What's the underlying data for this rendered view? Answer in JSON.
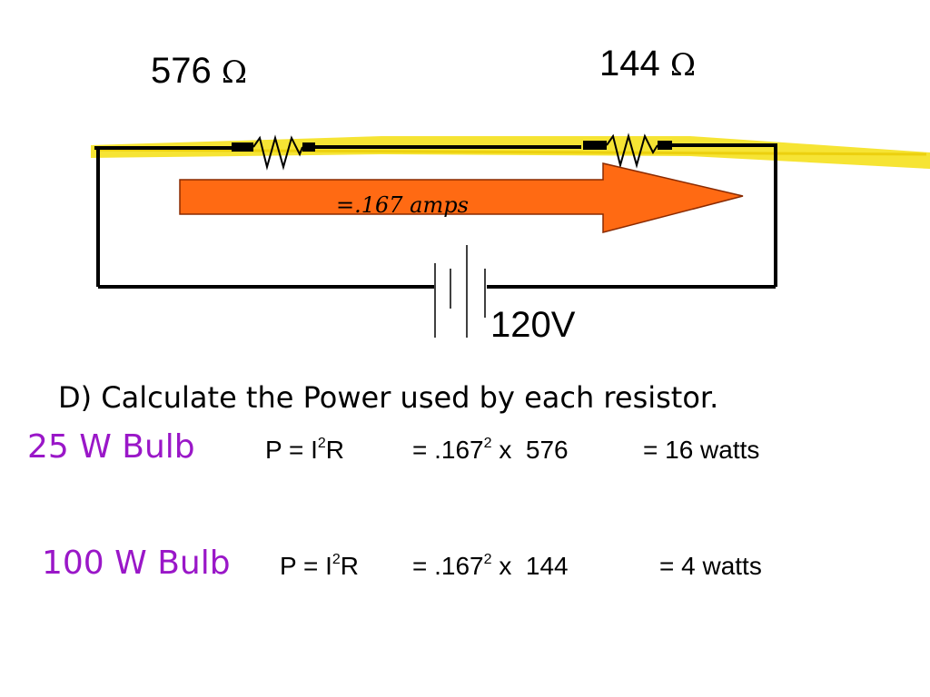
{
  "circuit": {
    "resistor_left": {
      "value": "576",
      "unit": "Ω"
    },
    "resistor_right": {
      "value": "144",
      "unit": "Ω"
    },
    "current_label": "=.167 amps",
    "battery_label": "120V",
    "colors": {
      "wire": "#000000",
      "highlighter": "#f5e11e",
      "arrow_fill": "#ff6a13",
      "arrow_stroke": "#8a2a00"
    }
  },
  "question": "D) Calculate the Power used by each resistor.",
  "rows": [
    {
      "bulb": "25 W Bulb",
      "formula": {
        "p": "P = I",
        "exp": "2",
        "r": "R"
      },
      "sub": {
        "eq": "= .167",
        "exp": "2",
        "rest": " x  576"
      },
      "result": "= 16 watts"
    },
    {
      "bulb": "100 W Bulb",
      "formula": {
        "p": "P = I",
        "exp": "2",
        "r": "R"
      },
      "sub": {
        "eq": "= .167",
        "exp": "2",
        "rest": " x  144"
      },
      "result": "= 4 watts"
    }
  ],
  "bulb_color": "#9a17c8"
}
